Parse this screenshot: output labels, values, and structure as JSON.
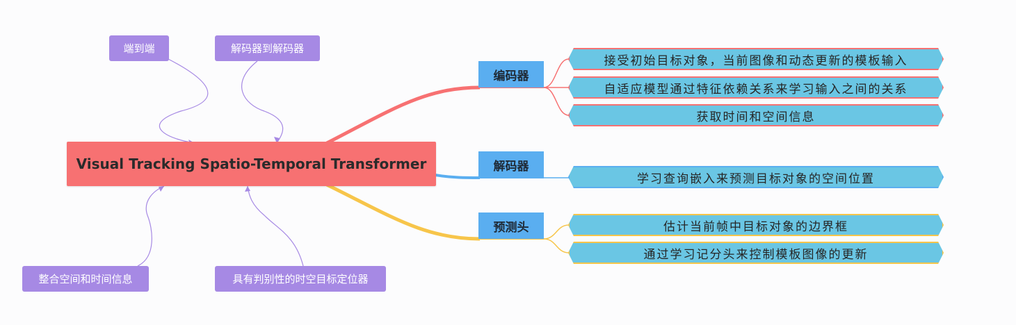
{
  "root": {
    "label": "Visual Tracking Spatio-Temporal Transformer"
  },
  "notes": [
    {
      "label": "端到端"
    },
    {
      "label": "解码器到解码器"
    },
    {
      "label": "整合空间和时间信息"
    },
    {
      "label": "具有判别性的时空目标定位器"
    }
  ],
  "branches": [
    {
      "label": "编码器",
      "color": "#f77172",
      "leaves": [
        {
          "label": "接受初始目标对象，当前图像和动态更新的模板输入"
        },
        {
          "label": "自适应模型通过特征依赖关系来学习输入之间的关系"
        },
        {
          "label": "获取时间和空间信息"
        }
      ]
    },
    {
      "label": "解码器",
      "color": "#5aaef0",
      "leaves": [
        {
          "label": "学习查询嵌入来预测目标对象的空间位置"
        }
      ]
    },
    {
      "label": "预测头",
      "color": "#f7c54a",
      "leaves": [
        {
          "label": "估计当前帧中目标对象的边界框"
        },
        {
          "label": "通过学习记分头来控制模板图像的更新"
        }
      ]
    }
  ],
  "colors": {
    "root": "#f77172",
    "note": "#a689e4",
    "branch_box": "#5aaef0",
    "leaf_fill": "#6ac6e4",
    "note_link": "#a689e4"
  }
}
